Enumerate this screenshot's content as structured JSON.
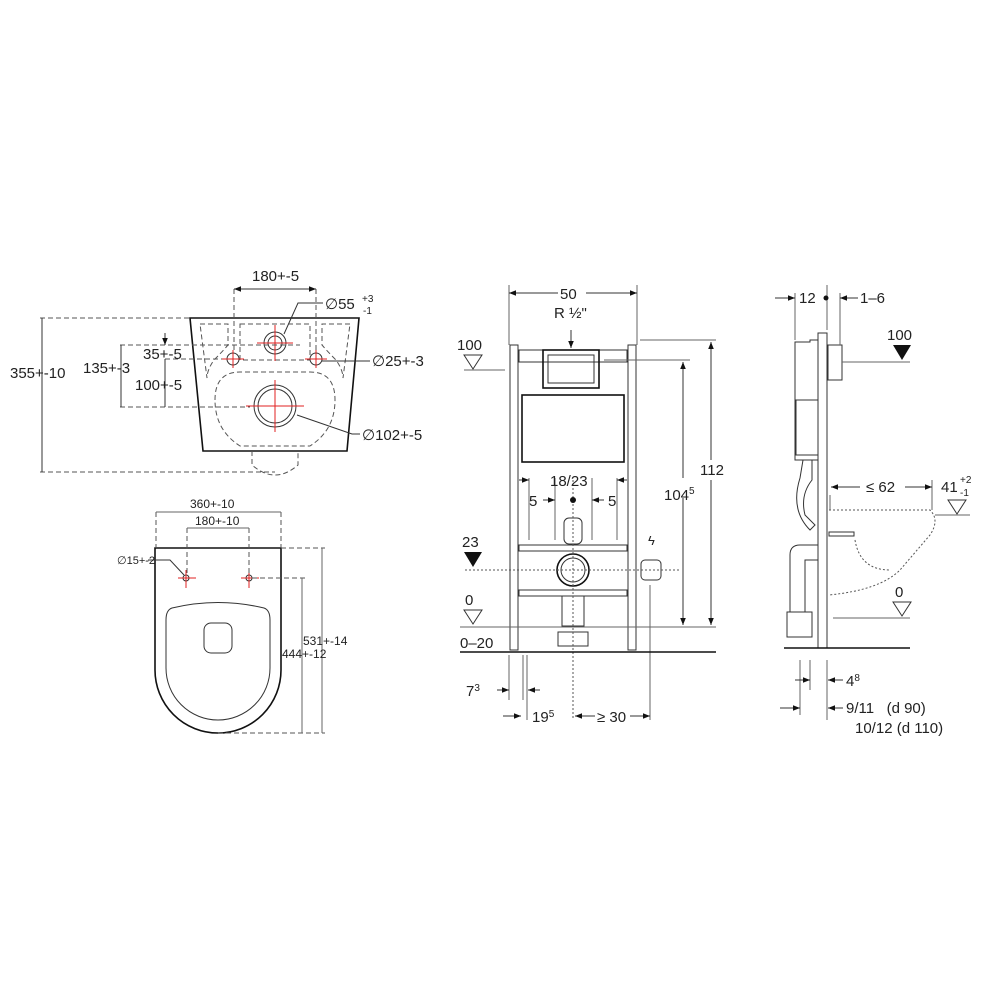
{
  "top_view": {
    "width_holes": "180+-5",
    "d55": "∅55",
    "d55_tol_plus": "+3",
    "d55_tol_minus": "-1",
    "d35": "35+-5",
    "d135": "135+-3",
    "d100": "100+-5",
    "d25": "∅25+-3",
    "d102": "∅102+-5",
    "height": "355+-10"
  },
  "plan_view": {
    "width": "360+-10",
    "holes": "180+-10",
    "d15": "∅15+-2",
    "length": "531+-14",
    "length_holes": "444+-12"
  },
  "frame_front": {
    "width": "50",
    "water": "R ½\"",
    "level_100": "100",
    "level_23": "23",
    "level_0": "0",
    "floor": "0–20",
    "d18_23": "18/23",
    "d5_left": "5",
    "d5_right": "5",
    "h104": "104",
    "h104_sup": "5",
    "h112": "112",
    "d7": "7",
    "d7_sup": "3",
    "d19": "19",
    "d19_sup": "5",
    "d30": "≥ 30"
  },
  "frame_side": {
    "d12": "12",
    "d1_6": "1–6",
    "level_100": "100",
    "d62": "≤ 62",
    "d41": "41",
    "d41_plus": "+2",
    "d41_minus": "-1",
    "level_0": "0",
    "d4": "4",
    "d4_sup": "8",
    "d9_11": "9/11   (d 90)",
    "d10_12": "10/12 (d 110)"
  }
}
